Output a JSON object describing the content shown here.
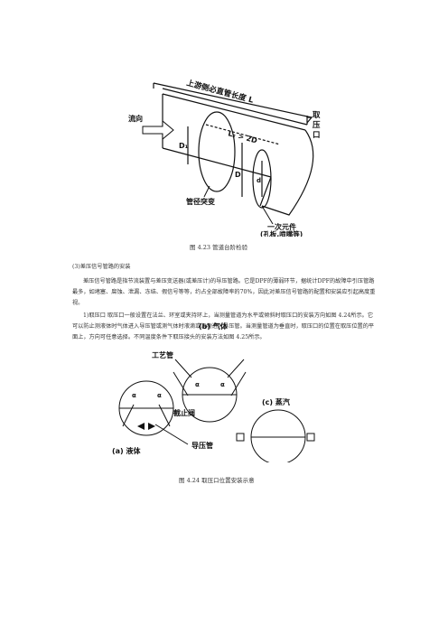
{
  "figure_1": {
    "caption": "图 4.23 管道台阶检验",
    "labels": {
      "top_dim": "上游侧必直管长度 L",
      "flow": "流向",
      "d1": "D₁",
      "l2": "L₂ > 2D",
      "tap_line1": "取",
      "tap_line2": "压",
      "tap_line3": "口",
      "d": "D",
      "small_d": "d",
      "step": "管径突变",
      "element_line1": "一次元件",
      "element_line2": "(孔板,喷嘴等)"
    }
  },
  "section": {
    "title": "(3)差压信号管路的安装",
    "para1": "差压信号管路是指节流装置与差压变送器(或差压计)的导压管路。它是DPF的薄弱环节，据统计DPF的故障中引压管路最多，如堵塞、腐蚀、泄漏、冻结、假信号等等，约占全部故障率的70%，因此对差压信号管路的配置和安装应引起高度重视。",
    "para2": "1)取压口 取压口一般设置在法兰、环室或夹持环上，当测量管道为水平或倾斜时取压口的安装方向如图 4.24所示。它可以防止测液体时气体进入导压管或测气体时液滴或污物进入导压管。当测量管道为垂直时，取压口的位置在取压位置的平面上，方向可任意选择。不同温度条件下取压接头的安装方法如图 4.25所示。"
  },
  "figure_2": {
    "caption": "图 4.24 取压口位置安装示意",
    "labels": {
      "b": "(b) 气体",
      "gongyi": "工艺管",
      "jiezhi": "截止阀",
      "daoya": "导压管",
      "a": "(a) 液体",
      "c": "(c) 蒸汽",
      "alpha": "α"
    }
  }
}
